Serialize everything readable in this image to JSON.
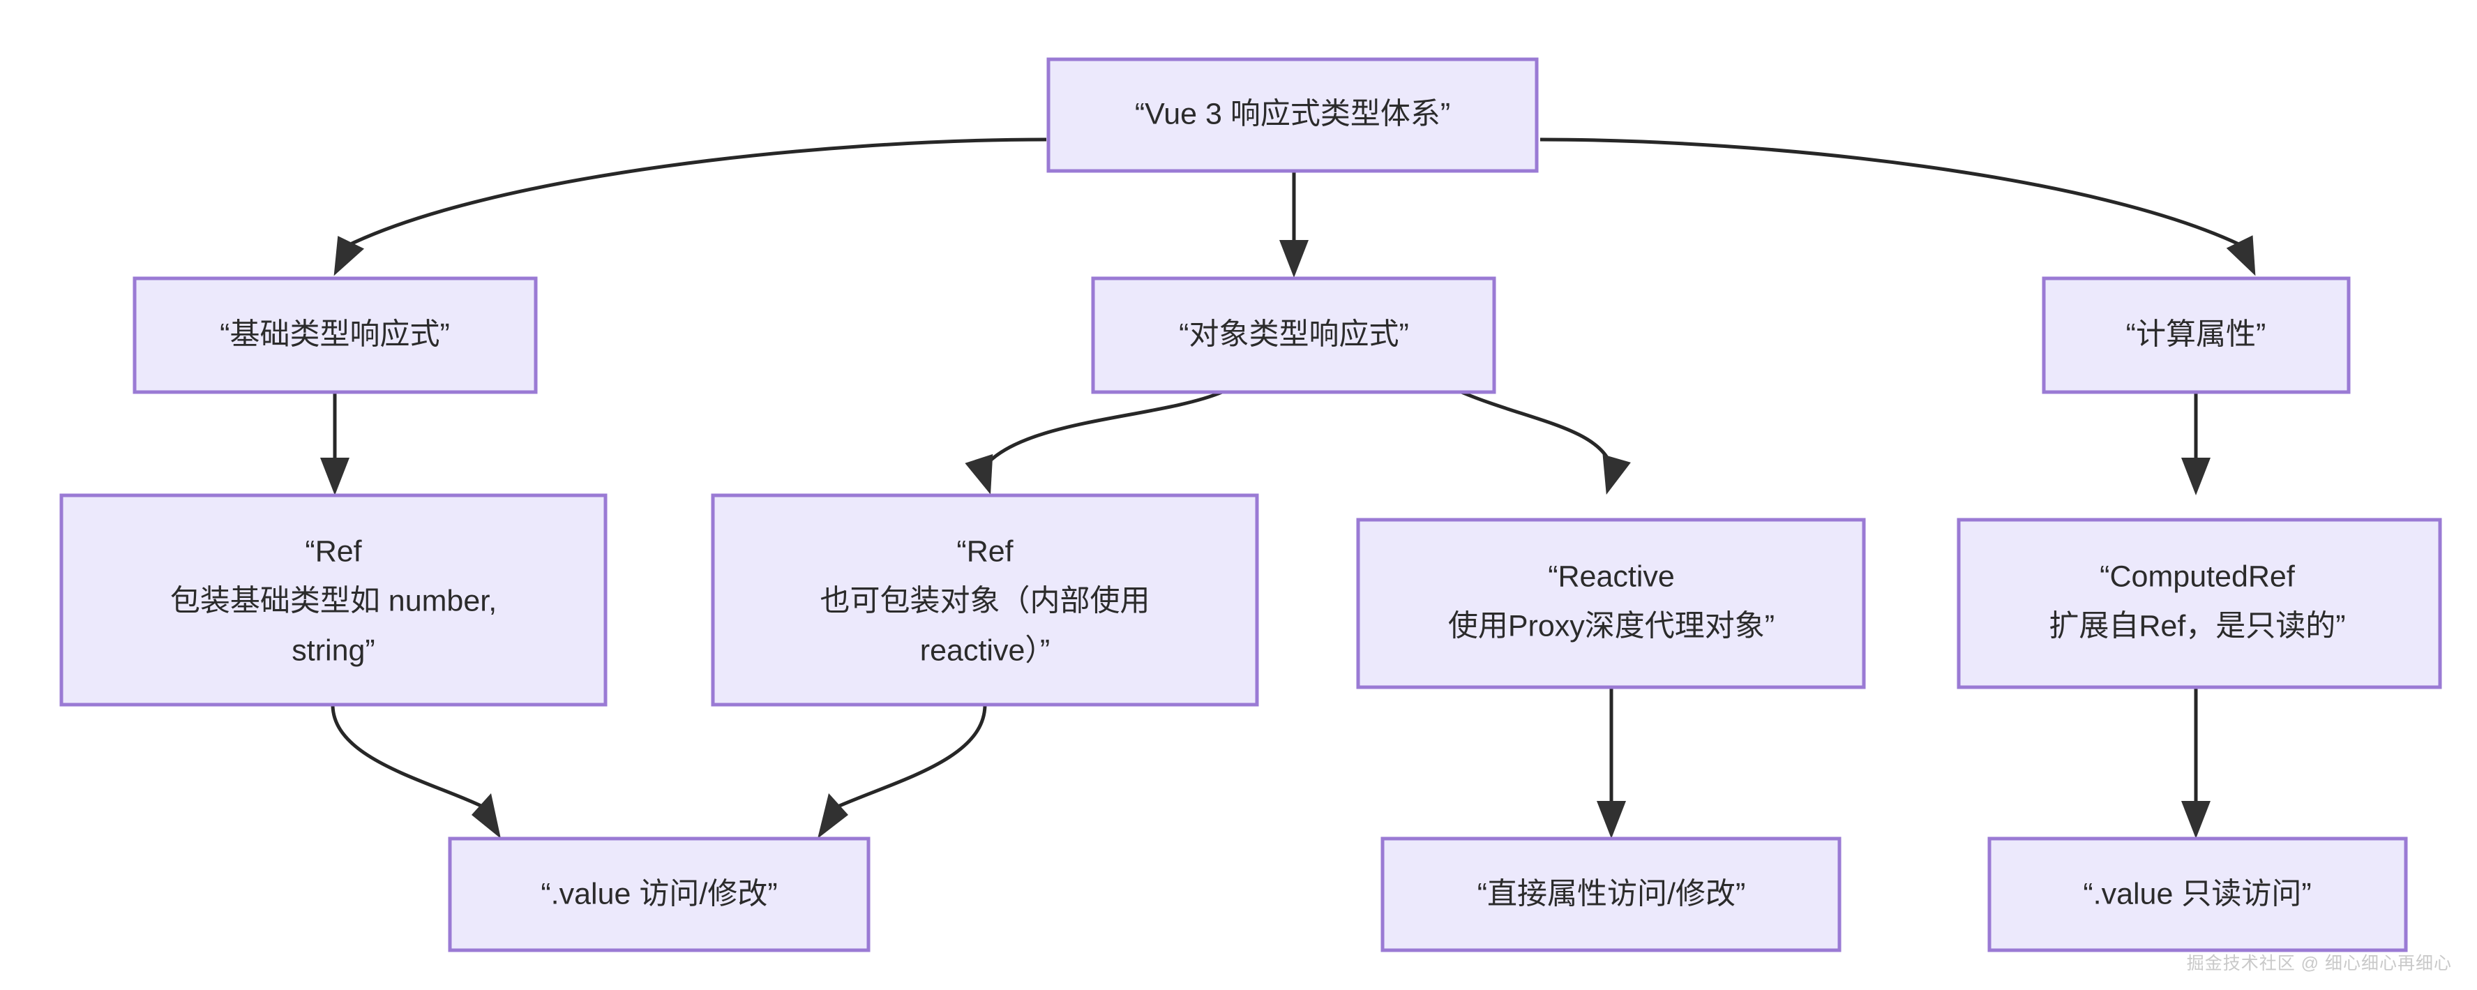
{
  "diagram": {
    "type": "flowchart",
    "direction": "top-down",
    "background_color": "#ffffff",
    "node_fill_color": "#ece9fc",
    "node_border_color": "#9a7ad4",
    "edge_color": "#272727",
    "text_color": "#2b2b2b",
    "nodes": [
      {
        "id": "root",
        "label": "“Vue 3 响应式类型体系”",
        "lines": [
          "“Vue 3 响应式类型体系”"
        ],
        "level": 0
      },
      {
        "id": "primitive",
        "label": "“基础类型响应式”",
        "lines": [
          "“基础类型响应式”"
        ],
        "level": 1
      },
      {
        "id": "object",
        "label": "“对象类型响应式”",
        "lines": [
          "“对象类型响应式”"
        ],
        "level": 1
      },
      {
        "id": "computed",
        "label": "“计算属性”",
        "lines": [
          "“计算属性”"
        ],
        "level": 1
      },
      {
        "id": "ref-primitive",
        "label": "“Ref 包装基础类型如 number, string”",
        "lines": [
          "“Ref",
          "包装基础类型如 number,",
          "string”"
        ],
        "level": 2
      },
      {
        "id": "ref-object",
        "label": "“Ref 也可包装对象（内部使用 reactive）”",
        "lines": [
          "“Ref",
          "也可包装对象（内部使用",
          "reactive）”"
        ],
        "level": 2
      },
      {
        "id": "reactive",
        "label": "“Reactive 使用Proxy深度代理对象”",
        "lines": [
          "“Reactive",
          "使用Proxy深度代理对象”"
        ],
        "level": 2
      },
      {
        "id": "computed-ref",
        "label": "“ComputedRef 扩展自Ref，是只读的”",
        "lines": [
          "“ComputedRef",
          "扩展自Ref，是只读的”"
        ],
        "level": 2
      },
      {
        "id": "value-access",
        "label": "“.value 访问/修改”",
        "lines": [
          "“.value 访问/修改”"
        ],
        "level": 3
      },
      {
        "id": "direct-access",
        "label": "“直接属性访问/修改”",
        "lines": [
          "“直接属性访问/修改”"
        ],
        "level": 3
      },
      {
        "id": "value-readonly",
        "label": "“.value 只读访问”",
        "lines": [
          "“.value 只读访问”"
        ],
        "level": 3
      }
    ],
    "edges": [
      {
        "from": "root",
        "to": "primitive"
      },
      {
        "from": "root",
        "to": "object"
      },
      {
        "from": "root",
        "to": "computed"
      },
      {
        "from": "primitive",
        "to": "ref-primitive"
      },
      {
        "from": "object",
        "to": "ref-object"
      },
      {
        "from": "object",
        "to": "reactive"
      },
      {
        "from": "computed",
        "to": "computed-ref"
      },
      {
        "from": "ref-primitive",
        "to": "value-access"
      },
      {
        "from": "ref-object",
        "to": "value-access"
      },
      {
        "from": "reactive",
        "to": "direct-access"
      },
      {
        "from": "computed-ref",
        "to": "value-readonly"
      }
    ]
  },
  "watermark": {
    "text": "掘金技术社区 @ 细心细心再细心"
  }
}
